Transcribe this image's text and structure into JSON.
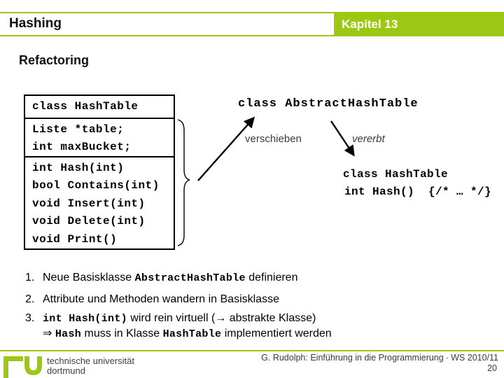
{
  "colors": {
    "accent_green": "#9cc813"
  },
  "header": {
    "title": "Hashing",
    "chapter": "Kapitel 13"
  },
  "slide_title": "Refactoring",
  "uml_box": {
    "name": "class HashTable",
    "attributes": [
      "Liste *table;",
      "int maxBucket;"
    ],
    "methods": [
      "int Hash(int)",
      "bool Contains(int)",
      "void Insert(int)",
      "void Delete(int)",
      "void Print()"
    ]
  },
  "diagram": {
    "abstract_class": "class AbstractHashTable",
    "move_arrow_label": "verschieben",
    "inherit_arrow_label": "vererbt",
    "derived_class_name": "class HashTable",
    "derived_class_method": "int Hash()  {/* … */}"
  },
  "steps": [
    {
      "num": "1.",
      "parts": [
        {
          "t": "Neue Basisklasse "
        },
        {
          "t": "AbstractHashTable"
        },
        {
          "t": " definieren"
        }
      ]
    },
    {
      "num": "2.",
      "parts": [
        {
          "t": "Attribute und Methoden wandern in Basisklasse"
        }
      ]
    },
    {
      "num": "3.",
      "parts": [
        {
          "t": "int Hash(int)"
        },
        {
          "t": " wird rein virtuell (→ abstrakte Klasse)"
        }
      ],
      "parts2": [
        {
          "t": "⇒ "
        },
        {
          "t": "Hash"
        },
        {
          "t": " muss in Klasse "
        },
        {
          "t": "HashTable"
        },
        {
          "t": " implementiert werden"
        }
      ]
    }
  ],
  "footer": {
    "university_line1": "technische universität",
    "university_line2": "dortmund",
    "credit": "G. Rudolph: Einführung in die Programmierung ∙ WS 2010/11",
    "page": "20"
  }
}
